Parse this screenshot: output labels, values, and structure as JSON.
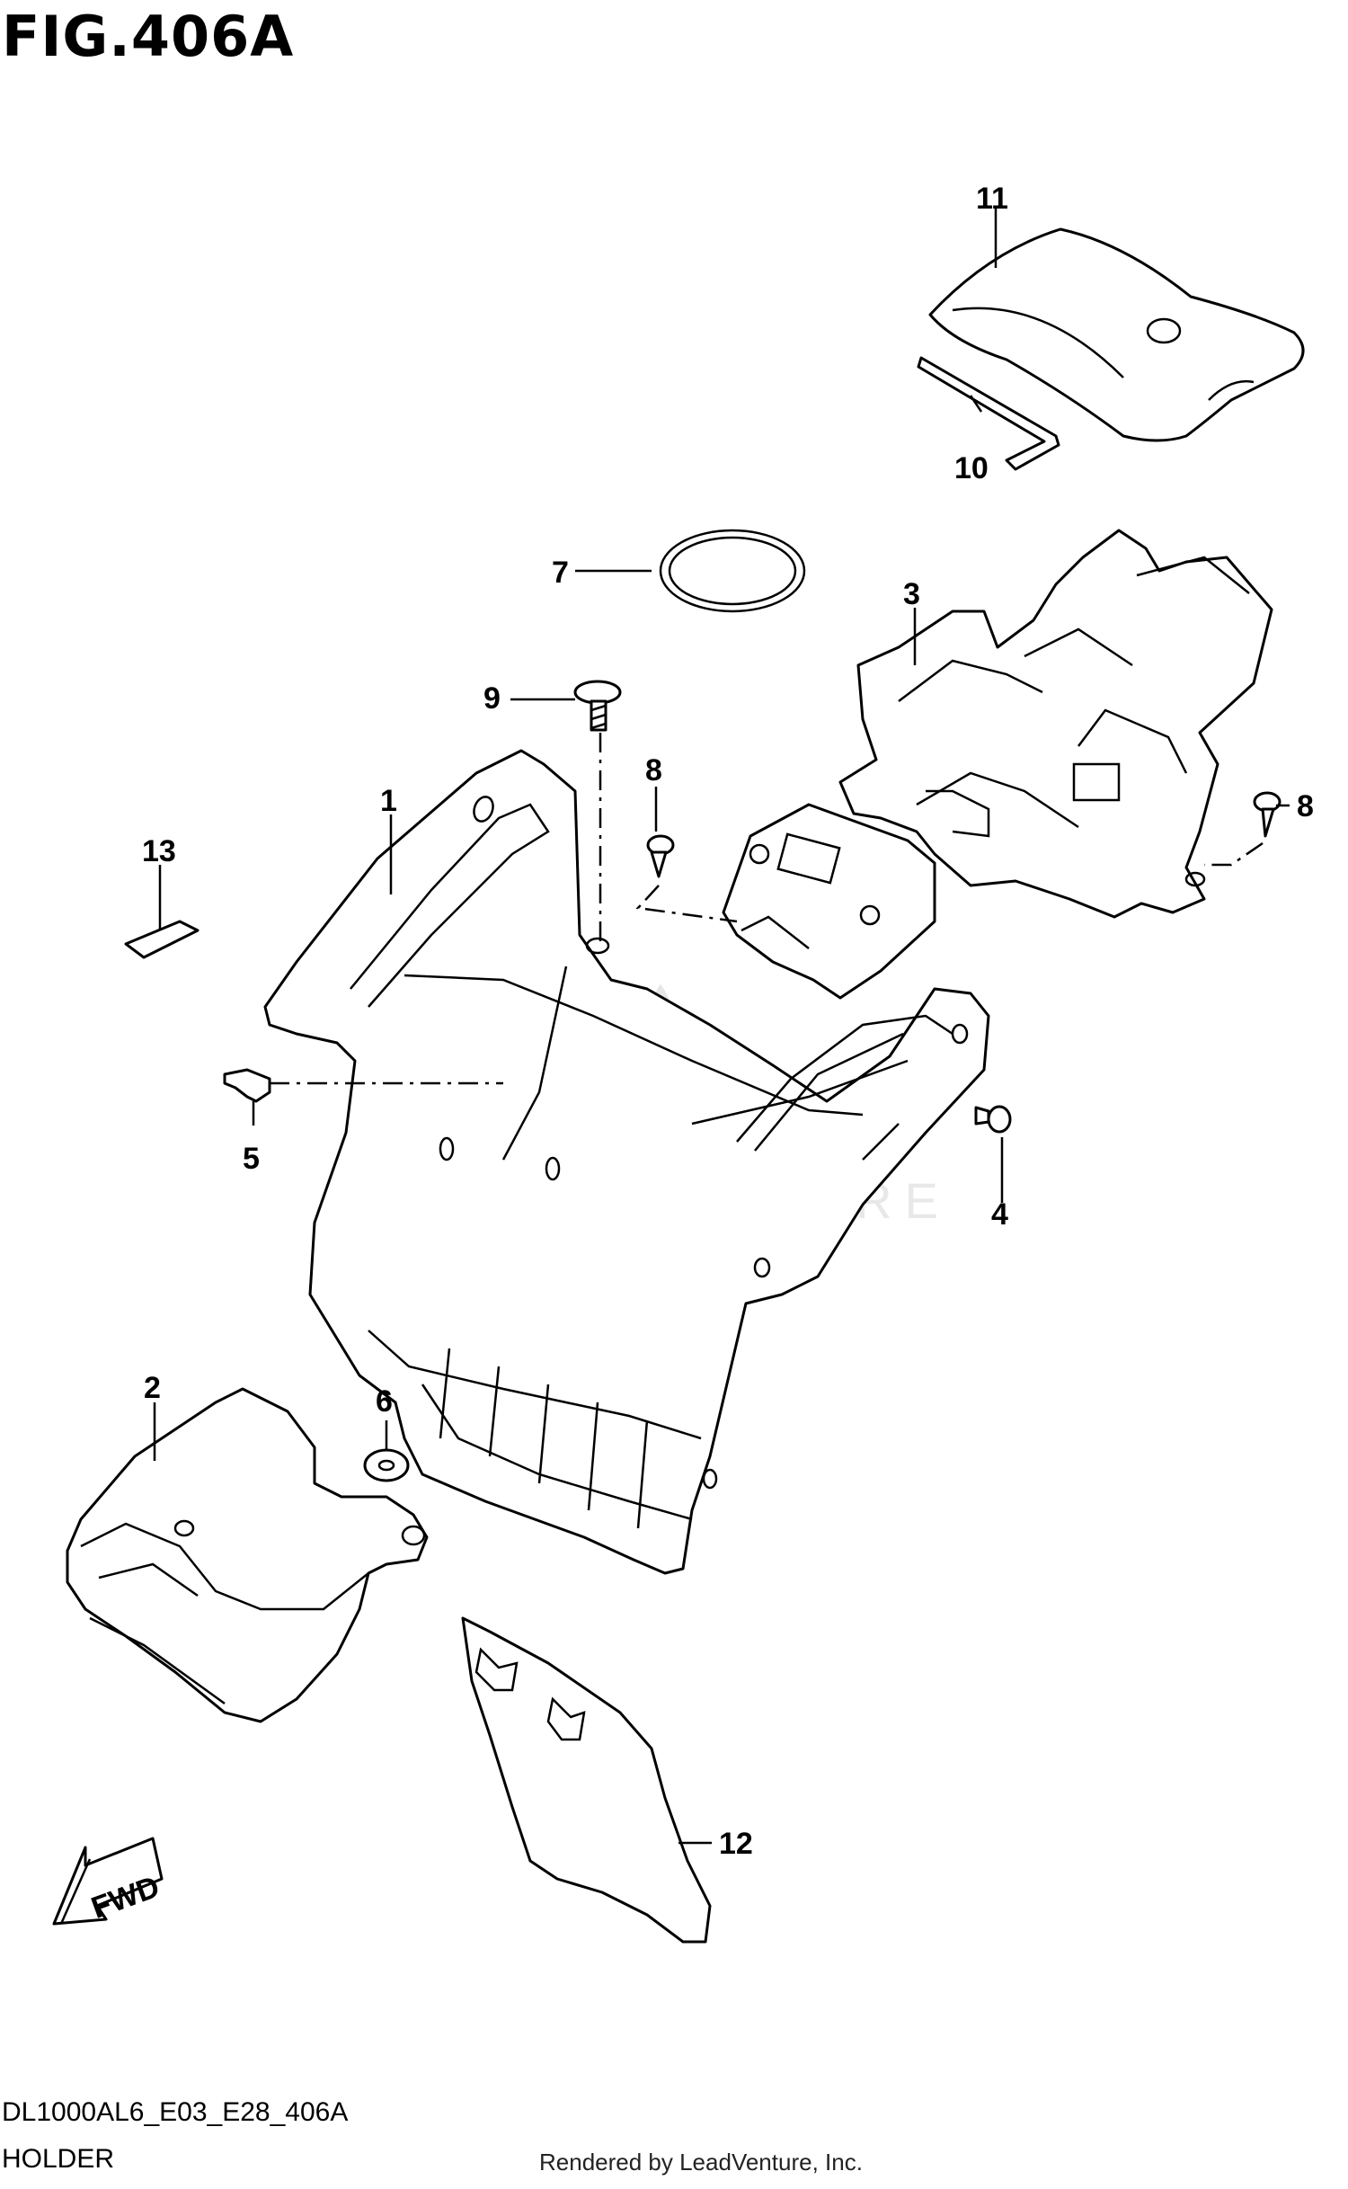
{
  "figure": {
    "title": "FIG.406A",
    "code": "DL1000AL6_E03_E28_406A",
    "name": "HOLDER"
  },
  "watermark": {
    "text": "LEADVENTURE"
  },
  "credit": "Rendered by LeadVenture, Inc.",
  "fwd_label": "FWD",
  "parts": [
    {
      "id": "1"
    },
    {
      "id": "2"
    },
    {
      "id": "3"
    },
    {
      "id": "4"
    },
    {
      "id": "5"
    },
    {
      "id": "6"
    },
    {
      "id": "7"
    },
    {
      "id": "8"
    },
    {
      "id": "8"
    },
    {
      "id": "9"
    },
    {
      "id": "10"
    },
    {
      "id": "11"
    },
    {
      "id": "12"
    },
    {
      "id": "13"
    }
  ]
}
